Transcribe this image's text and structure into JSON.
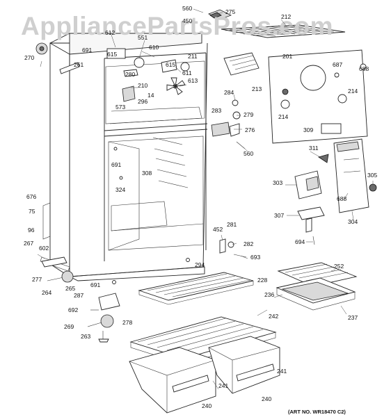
{
  "watermark": "AppliancePartsPros.com",
  "art_number": "(ART NO. WR18470 C2)",
  "callouts": [
    {
      "id": "560",
      "name": "callout-560-top"
    },
    {
      "id": "275",
      "name": "callout-275"
    },
    {
      "id": "212",
      "name": "callout-212"
    },
    {
      "id": "450",
      "name": "callout-450"
    },
    {
      "id": "612",
      "name": "callout-612"
    },
    {
      "id": "551",
      "name": "callout-551"
    },
    {
      "id": "270",
      "name": "callout-270"
    },
    {
      "id": "691",
      "name": "callout-691-top"
    },
    {
      "id": "615",
      "name": "callout-615-a"
    },
    {
      "id": "610",
      "name": "callout-610"
    },
    {
      "id": "211",
      "name": "callout-211"
    },
    {
      "id": "201",
      "name": "callout-201"
    },
    {
      "id": "261",
      "name": "callout-261"
    },
    {
      "id": "615",
      "name": "callout-615-b"
    },
    {
      "id": "280",
      "name": "callout-280"
    },
    {
      "id": "611",
      "name": "callout-611"
    },
    {
      "id": "687",
      "name": "callout-687"
    },
    {
      "id": "688",
      "name": "callout-688-top"
    },
    {
      "id": "613",
      "name": "callout-613"
    },
    {
      "id": "210",
      "name": "callout-210"
    },
    {
      "id": "14",
      "name": "callout-14"
    },
    {
      "id": "213",
      "name": "callout-213"
    },
    {
      "id": "296",
      "name": "callout-296"
    },
    {
      "id": "573",
      "name": "callout-573"
    },
    {
      "id": "284",
      "name": "callout-284"
    },
    {
      "id": "214",
      "name": "callout-214-right"
    },
    {
      "id": "214",
      "name": "callout-214-left"
    },
    {
      "id": "283",
      "name": "callout-283"
    },
    {
      "id": "279",
      "name": "callout-279"
    },
    {
      "id": "276",
      "name": "callout-276"
    },
    {
      "id": "309",
      "name": "callout-309"
    },
    {
      "id": "560",
      "name": "callout-560-mid"
    },
    {
      "id": "691",
      "name": "callout-691-mid"
    },
    {
      "id": "311",
      "name": "callout-311"
    },
    {
      "id": "308",
      "name": "callout-308"
    },
    {
      "id": "303",
      "name": "callout-303"
    },
    {
      "id": "305",
      "name": "callout-305"
    },
    {
      "id": "324",
      "name": "callout-324"
    },
    {
      "id": "688",
      "name": "callout-688-mid"
    },
    {
      "id": "676",
      "name": "callout-676"
    },
    {
      "id": "75",
      "name": "callout-75"
    },
    {
      "id": "307",
      "name": "callout-307"
    },
    {
      "id": "304",
      "name": "callout-304"
    },
    {
      "id": "96",
      "name": "callout-96"
    },
    {
      "id": "452",
      "name": "callout-452"
    },
    {
      "id": "281",
      "name": "callout-281"
    },
    {
      "id": "694",
      "name": "callout-694"
    },
    {
      "id": "267",
      "name": "callout-267"
    },
    {
      "id": "602",
      "name": "callout-602"
    },
    {
      "id": "282",
      "name": "callout-282"
    },
    {
      "id": "693",
      "name": "callout-693"
    },
    {
      "id": "294",
      "name": "callout-294"
    },
    {
      "id": "252",
      "name": "callout-252"
    },
    {
      "id": "277",
      "name": "callout-277"
    },
    {
      "id": "265",
      "name": "callout-265"
    },
    {
      "id": "228",
      "name": "callout-228"
    },
    {
      "id": "264",
      "name": "callout-264"
    },
    {
      "id": "691",
      "name": "callout-691-bottom"
    },
    {
      "id": "236",
      "name": "callout-236"
    },
    {
      "id": "287",
      "name": "callout-287"
    },
    {
      "id": "237",
      "name": "callout-237"
    },
    {
      "id": "692",
      "name": "callout-692"
    },
    {
      "id": "242",
      "name": "callout-242"
    },
    {
      "id": "269",
      "name": "callout-269"
    },
    {
      "id": "278",
      "name": "callout-278"
    },
    {
      "id": "263",
      "name": "callout-263"
    },
    {
      "id": "241",
      "name": "callout-241-right"
    },
    {
      "id": "241",
      "name": "callout-241-left"
    },
    {
      "id": "240",
      "name": "callout-240-left"
    },
    {
      "id": "240",
      "name": "callout-240-right"
    }
  ]
}
